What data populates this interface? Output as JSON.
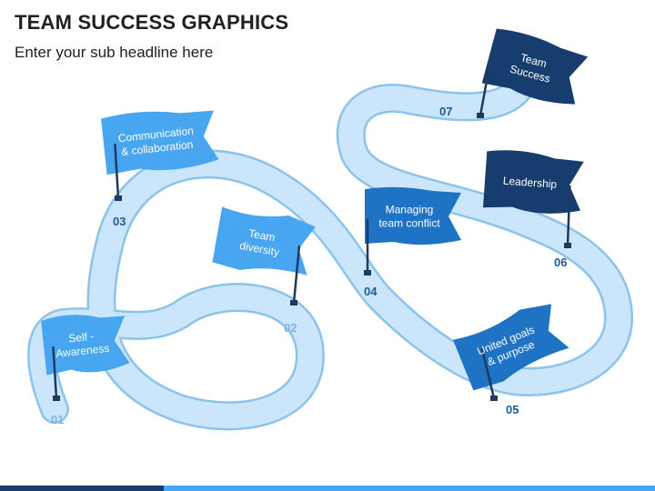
{
  "title": "TEAM SUCCESS GRAPHICS",
  "subtitle": "Enter your sub headline here",
  "colors": {
    "road_fill": "#cbe6fb",
    "road_edge": "#8cc3ea",
    "light_blue": "#47a6ef",
    "medium_blue": "#1f73c4",
    "navy": "#163d6e",
    "pole": "#1e3a5f",
    "num_light": "#7fb6e0",
    "num_dark": "#1f5a96"
  },
  "steps": [
    {
      "number": "01",
      "label_lines": [
        "Self -",
        "Awareness"
      ]
    },
    {
      "number": "02",
      "label_lines": [
        "Team",
        "diversity"
      ]
    },
    {
      "number": "03",
      "label_lines": [
        "Communication",
        "& collaboration"
      ]
    },
    {
      "number": "04",
      "label_lines": [
        "Managing",
        "team conflict"
      ]
    },
    {
      "number": "05",
      "label_lines": [
        "United goals",
        "& purpose"
      ]
    },
    {
      "number": "06",
      "label_lines": [
        "Leadership"
      ]
    },
    {
      "number": "07",
      "label_lines": [
        "Team",
        "Success"
      ]
    }
  ]
}
